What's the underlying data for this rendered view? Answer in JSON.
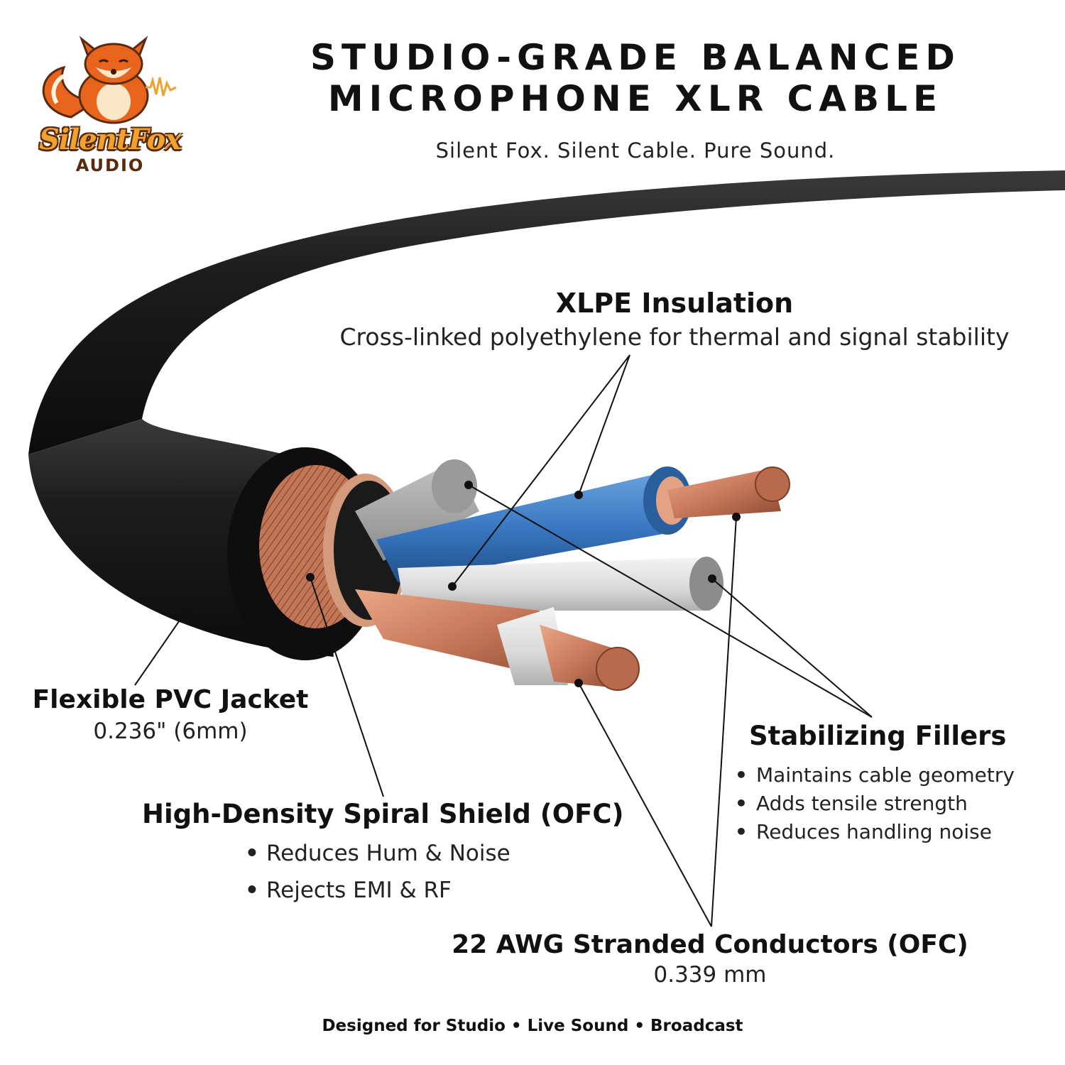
{
  "logo": {
    "brand": "SilentFox",
    "sub": "AUDIO"
  },
  "title": {
    "line1": "STUDIO-GRADE BALANCED",
    "line2": "MICROPHONE XLR CABLE"
  },
  "tagline": "Silent Fox. Silent Cable. Pure Sound.",
  "labels": {
    "xlpe": {
      "title": "XLPE Insulation",
      "desc": "Cross-linked polyethylene for thermal and signal stability"
    },
    "pvc": {
      "title": "Flexible PVC Jacket",
      "desc": "0.236\" (6mm)"
    },
    "shield": {
      "title": "High-Density Spiral Shield (OFC)",
      "bullets": [
        "Reduces Hum & Noise",
        "Rejects EMI & RF"
      ]
    },
    "fillers": {
      "title": "Stabilizing Fillers",
      "bullets": [
        "Maintains cable geometry",
        "Adds tensile strength",
        "Reduces handling noise"
      ]
    },
    "conductors": {
      "title": "22 AWG Stranded Conductors (OFC)",
      "desc": "0.339 mm"
    }
  },
  "footer": "Designed for Studio • Live Sound • Broadcast",
  "colors": {
    "jacket": "#1c1c1c",
    "copper": "#c8785a",
    "blue_insulation": "#3a78c2",
    "white_insulation": "#e6e6e6",
    "filler_gray": "#a6a6a6",
    "logo_orange": "#f0a12e",
    "logo_brown": "#5a2a0e"
  }
}
